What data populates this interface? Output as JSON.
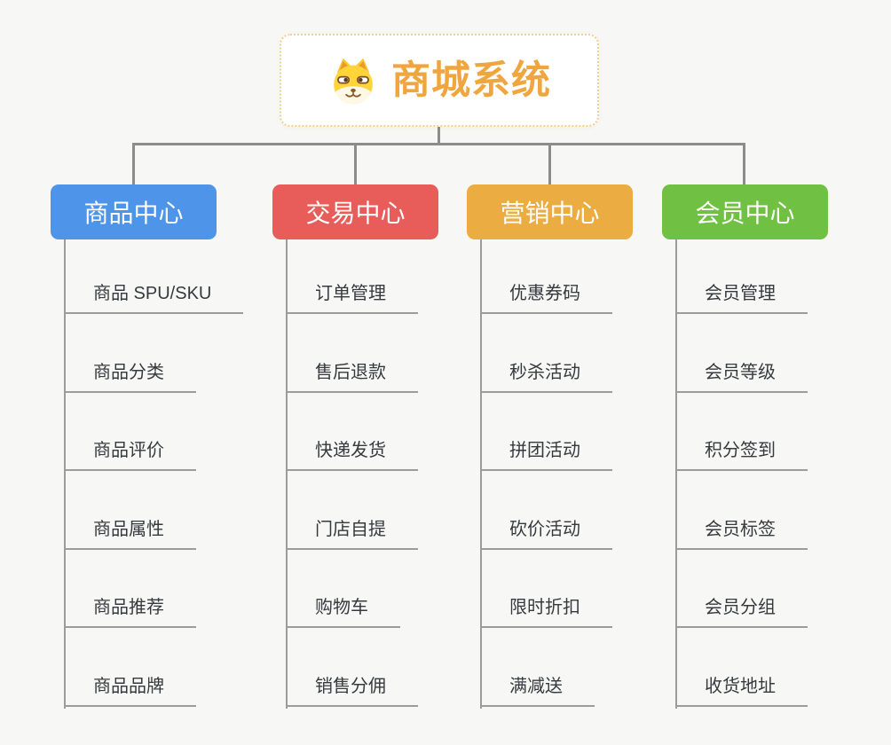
{
  "page": {
    "background_color": "#f7f7f5",
    "connector_color": "#8c8c8c",
    "leaf_line_color": "#9c9c9c",
    "leaf_text_color": "#363a3e"
  },
  "root": {
    "label": "商城系统",
    "icon": "shiba-dog-emoji",
    "text_color": "#f0a63f",
    "border_color": "#f4cd90",
    "background": "#ffffff"
  },
  "branches": [
    {
      "label": "商品中心",
      "color": "#4e94e9",
      "children": [
        "商品 SPU/SKU",
        "商品分类",
        "商品评价",
        "商品属性",
        "商品推荐",
        "商品品牌"
      ]
    },
    {
      "label": "交易中心",
      "color": "#e85c5a",
      "children": [
        "订单管理",
        "售后退款",
        "快递发货",
        "门店自提",
        "购物车",
        "销售分佣"
      ]
    },
    {
      "label": "营销中心",
      "color": "#ebad42",
      "children": [
        "优惠券码",
        "秒杀活动",
        "拼团活动",
        "砍价活动",
        "限时折扣",
        "满减送"
      ]
    },
    {
      "label": "会员中心",
      "color": "#70c043",
      "children": [
        "会员管理",
        "会员等级",
        "积分签到",
        "会员标签",
        "会员分组",
        "收货地址"
      ]
    }
  ]
}
